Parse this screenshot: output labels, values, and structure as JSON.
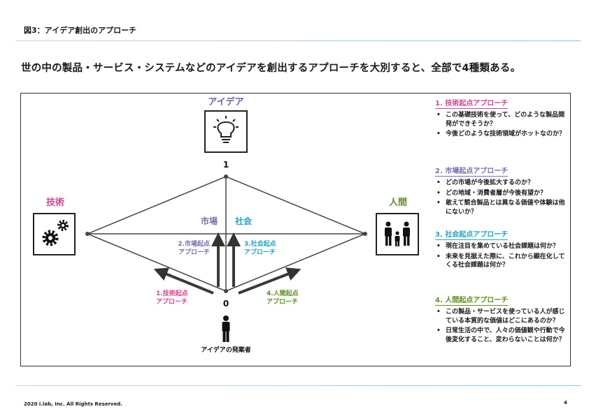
{
  "header": {
    "figure_title": "図3：アイデア創出のアプローチ",
    "headline": "世の中の製品・サービス・システムなどのアイデアを創出するアプローチを大別すると、全部で4種類ある。"
  },
  "diagram": {
    "top_label": "アイデア",
    "left_label": "技術",
    "right_label": "人間",
    "market_label": "市場",
    "society_label": "社会",
    "value_one": "1",
    "value_zero": "0",
    "originator_label": "アイデアの発案者",
    "arrow_labels": {
      "tech": [
        "1.技術起点",
        "アプローチ"
      ],
      "market": [
        "2.市場起点",
        "アプローチ"
      ],
      "society": [
        "3.社会起点",
        "アプローチ"
      ],
      "human": [
        "4.人間起点",
        "アプローチ"
      ]
    },
    "icons": {
      "top": "lightbulb-icon",
      "left": "gears-icon",
      "right": "family-icon",
      "bottom": "person-icon"
    },
    "colors": {
      "tech": "#d0478f",
      "market": "#7a6db0",
      "society": "#1fa6c4",
      "human": "#5d8f1f",
      "idea": "#6b63b5"
    }
  },
  "approaches": [
    {
      "title": "1. 技術起点アプローチ",
      "items": [
        "この基礎技術を使って、どのような製品開発ができそうか？",
        "今後どのような技術領域がホットなのか？"
      ]
    },
    {
      "title": "2. 市場起点アプローチ",
      "items": [
        "どの市場が今後拡大するのか？",
        "どの地域・消費者層が今後有望か？",
        "敢えて競合製品とは異なる価値や体験は他にないか？"
      ]
    },
    {
      "title": "3. 社会起点アプローチ",
      "items": [
        "現在注目を集めている社会課題は何か？",
        "未来を見据えた際に、これから顕在化してくる社会課題は何か？"
      ]
    },
    {
      "title": "4. 人間起点アプローチ",
      "items": [
        "この製品・サービスを使っている人が感じている本質的な価値はどこにあるのか？",
        "日常生活の中で、人々の価値観や行動で今後変化すること、変わらないことは何か？"
      ]
    }
  ],
  "footer": {
    "copyright": "2020 i.lab, Inc. All Rights Reserved.",
    "page_number": "4"
  }
}
